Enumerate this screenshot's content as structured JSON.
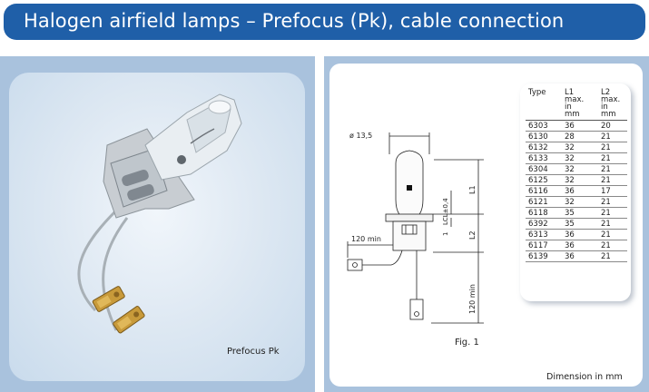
{
  "header": {
    "title": "Halogen airfield lamps – Prefocus (Pk), cable connection"
  },
  "photo": {
    "caption": "Prefocus Pk"
  },
  "diagram": {
    "figure_label": "Fig. 1",
    "dimension_note": "Dimension in mm",
    "labels": {
      "diameter": "ø 13,5",
      "lcl": "LCL±0,4",
      "one": "1",
      "l1": "L1",
      "l2": "L2",
      "cable_horizontal": "120 min",
      "cable_vertical": "120 min"
    }
  },
  "table": {
    "headers": [
      [
        "Type"
      ],
      [
        "L1",
        "max.",
        "in",
        "mm"
      ],
      [
        "L2",
        "max.",
        "in",
        "mm"
      ]
    ],
    "rows": [
      [
        "6303",
        "36",
        "20"
      ],
      [
        "6130",
        "28",
        "21"
      ],
      [
        "6132",
        "32",
        "21"
      ],
      [
        "6133",
        "32",
        "21"
      ],
      [
        "6304",
        "32",
        "21"
      ],
      [
        "6125",
        "32",
        "21"
      ],
      [
        "6116",
        "36",
        "17"
      ],
      [
        "6121",
        "32",
        "21"
      ],
      [
        "6118",
        "35",
        "21"
      ],
      [
        "6392",
        "35",
        "21"
      ],
      [
        "6313",
        "36",
        "21"
      ],
      [
        "6117",
        "36",
        "21"
      ],
      [
        "6139",
        "36",
        "21"
      ]
    ]
  },
  "colors": {
    "header_bg": "#1f5fa8",
    "panel_bg": "#a9c2dd"
  }
}
